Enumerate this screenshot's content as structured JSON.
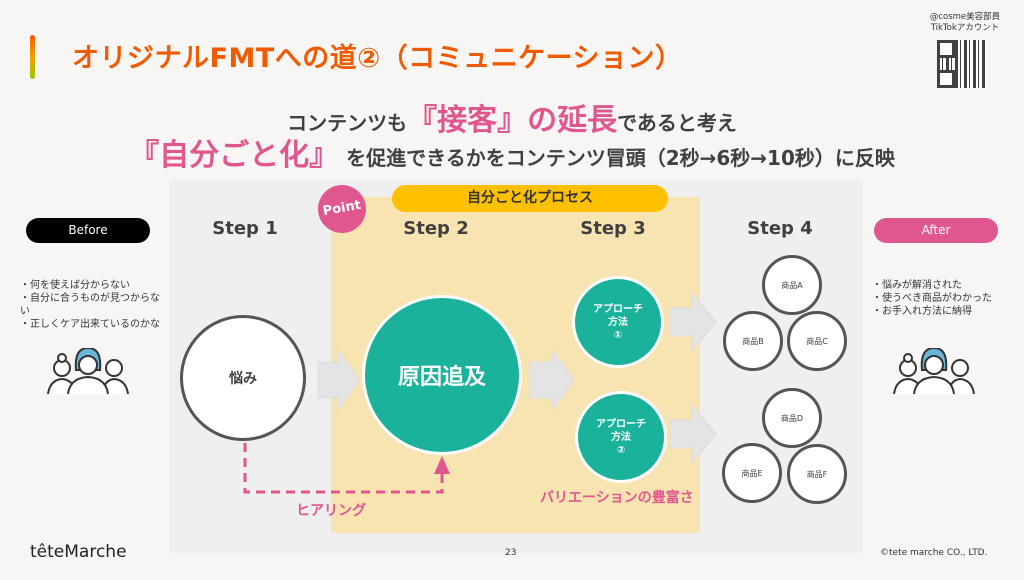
{
  "header": {
    "title": "オリジナルFMTへの道②（コミュニケーション）",
    "qr_label_line1": "@cosme美容部員",
    "qr_label_line2": "TikTokアカウント"
  },
  "subtitle": {
    "line1_pre": "コンテンツも",
    "line1_em1": "『接客』",
    "line1_mid": "の",
    "line1_em2": "延長",
    "line1_post": "であると考え",
    "line2_em": "『自分ごと化』",
    "line2_post": "を促進できるかをコンテンツ冒頭（2秒→6秒→10秒）に反映"
  },
  "diagram": {
    "process_label": "自分ごと化プロセス",
    "point_label": "Point",
    "steps": [
      "Step 1",
      "Step 2",
      "Step 3",
      "Step 4"
    ],
    "worry": "悩み",
    "cause": "原因追及",
    "approach1": {
      "line1": "アプローチ",
      "line2": "方法",
      "num": "①"
    },
    "approach2": {
      "line1": "アプローチ",
      "line2": "方法",
      "num": "②"
    },
    "products": [
      "商品A",
      "商品B",
      "商品C",
      "商品D",
      "商品E",
      "商品F"
    ],
    "hearing": "ヒアリング",
    "variation": "バリエーションの豊富さ"
  },
  "before": {
    "label": "Before",
    "items": [
      "・何を使えば分からない",
      "・自分に合うものが見つからない",
      "・正しくケア出来ているのかな"
    ]
  },
  "after": {
    "label": "After",
    "items": [
      "・悩みが解消された",
      "・使うべき商品がわかった",
      "・お手入れ方法に納得"
    ]
  },
  "footer": {
    "logo": "têteMarche",
    "page": "23",
    "copyright": "©tete marche CO., LTD."
  },
  "colors": {
    "accent": "#f05a00",
    "pink": "#e0578f",
    "teal": "#1bb29b",
    "yellow": "#ffc000"
  }
}
